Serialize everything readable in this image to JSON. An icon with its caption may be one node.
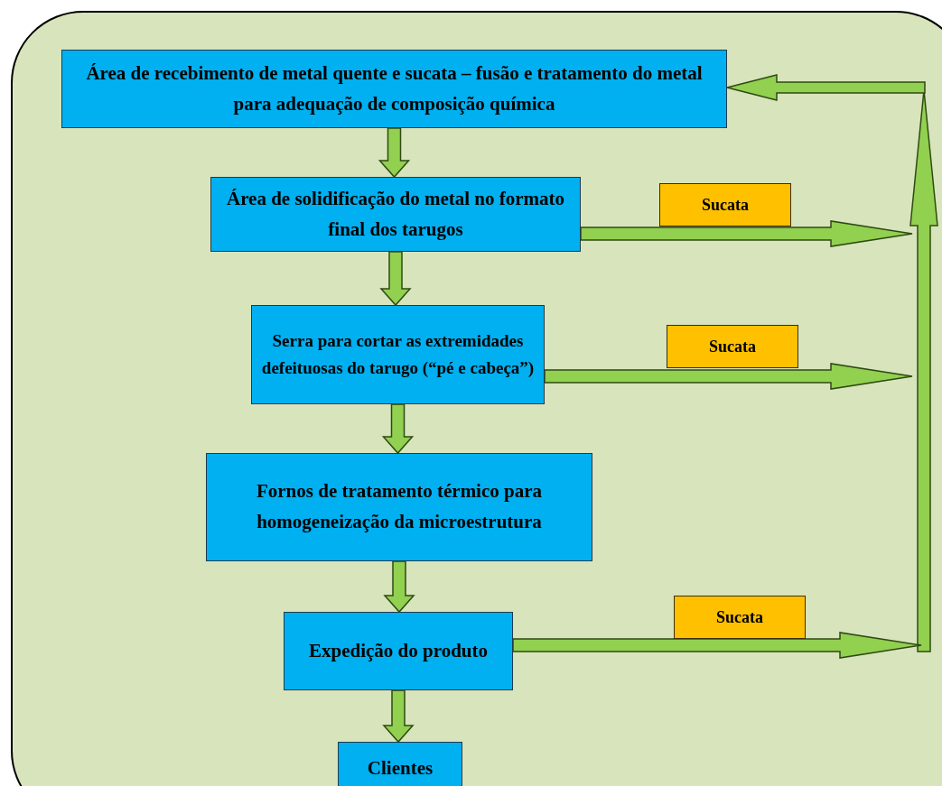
{
  "diagram": {
    "nodes": [
      {
        "text": [
          "Área de recebimento de metal quente e sucata – fusão e tratamento do metal para adequação de composição química"
        ]
      },
      {
        "text": [
          "Área de solidificação do metal no formato final dos tarugos"
        ]
      },
      {
        "text": [
          "Serra para cortar as extremidades defeituosas do tarugo (“pé e cabeça”)"
        ]
      },
      {
        "text": [
          "Fornos de tratamento térmico para homogeneização da microestrutura"
        ]
      },
      {
        "text": [
          "Expedição do produto"
        ]
      },
      {
        "text": [
          "Clientes"
        ]
      },
      {
        "text": [
          "Sucata"
        ]
      },
      {
        "text": [
          "Sucata"
        ]
      },
      {
        "text": [
          "Sucata"
        ]
      }
    ],
    "edges": [
      {
        "from": 0,
        "to": 1,
        "arrow": "to"
      },
      {
        "from": 1,
        "to": 2,
        "arrow": "to"
      },
      {
        "from": 2,
        "to": 3,
        "arrow": "to"
      },
      {
        "from": 3,
        "to": 4,
        "arrow": "to"
      },
      {
        "from": 4,
        "to": 5,
        "arrow": "to"
      },
      {
        "from": 1,
        "to": null,
        "arrow": "to"
      },
      {
        "from": 2,
        "to": null,
        "arrow": "to"
      },
      {
        "from": 4,
        "to": null,
        "arrow": "to"
      },
      {
        "from": null,
        "to": 0,
        "arrow": "to"
      }
    ]
  }
}
